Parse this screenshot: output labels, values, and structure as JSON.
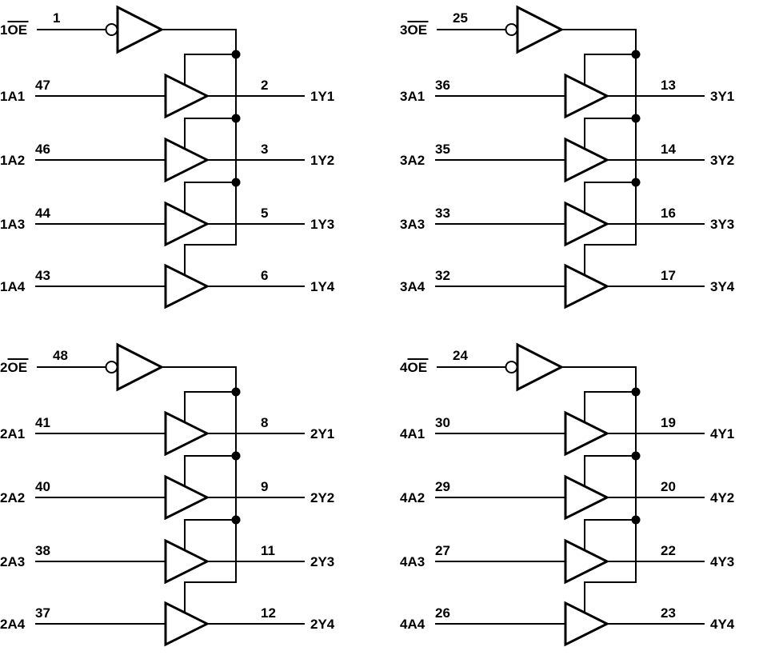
{
  "diagram": {
    "kind": "quad-buffer-logic-diagram",
    "background_color": "#ffffff",
    "line_color": "#000000",
    "groups": [
      {
        "id": "1",
        "oe": {
          "prefix": "1",
          "overline_text": "OE",
          "pin": "1"
        },
        "buffers": [
          {
            "input_label": "1A1",
            "input_pin": "47",
            "output_pin": "2",
            "output_label": "1Y1"
          },
          {
            "input_label": "1A2",
            "input_pin": "46",
            "output_pin": "3",
            "output_label": "1Y2"
          },
          {
            "input_label": "1A3",
            "input_pin": "44",
            "output_pin": "5",
            "output_label": "1Y3"
          },
          {
            "input_label": "1A4",
            "input_pin": "43",
            "output_pin": "6",
            "output_label": "1Y4"
          }
        ]
      },
      {
        "id": "3",
        "oe": {
          "prefix": "3",
          "overline_text": "OE",
          "pin": "25"
        },
        "buffers": [
          {
            "input_label": "3A1",
            "input_pin": "36",
            "output_pin": "13",
            "output_label": "3Y1"
          },
          {
            "input_label": "3A2",
            "input_pin": "35",
            "output_pin": "14",
            "output_label": "3Y2"
          },
          {
            "input_label": "3A3",
            "input_pin": "33",
            "output_pin": "16",
            "output_label": "3Y3"
          },
          {
            "input_label": "3A4",
            "input_pin": "32",
            "output_pin": "17",
            "output_label": "3Y4"
          }
        ]
      },
      {
        "id": "2",
        "oe": {
          "prefix": "2",
          "overline_text": "OE",
          "pin": "48"
        },
        "buffers": [
          {
            "input_label": "2A1",
            "input_pin": "41",
            "output_pin": "8",
            "output_label": "2Y1"
          },
          {
            "input_label": "2A2",
            "input_pin": "40",
            "output_pin": "9",
            "output_label": "2Y2"
          },
          {
            "input_label": "2A3",
            "input_pin": "38",
            "output_pin": "11",
            "output_label": "2Y3"
          },
          {
            "input_label": "2A4",
            "input_pin": "37",
            "output_pin": "12",
            "output_label": "2Y4"
          }
        ]
      },
      {
        "id": "4",
        "oe": {
          "prefix": "4",
          "overline_text": "OE",
          "pin": "24"
        },
        "buffers": [
          {
            "input_label": "4A1",
            "input_pin": "30",
            "output_pin": "19",
            "output_label": "4Y1"
          },
          {
            "input_label": "4A2",
            "input_pin": "29",
            "output_pin": "20",
            "output_label": "4Y2"
          },
          {
            "input_label": "4A3",
            "input_pin": "27",
            "output_pin": "22",
            "output_label": "4Y3"
          },
          {
            "input_label": "4A4",
            "input_pin": "26",
            "output_pin": "23",
            "output_label": "4Y4"
          }
        ]
      }
    ]
  }
}
